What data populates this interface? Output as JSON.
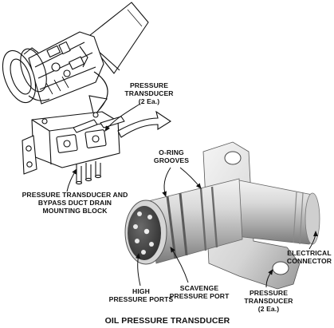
{
  "labels": {
    "pressure_transducer_top": "PRESSURE\nTRANSDUCER\n(2 Ea.)",
    "o_ring_grooves": "O-RING\nGROOVES",
    "mounting_block": "PRESSURE TRANSDUCER AND\nBYPASS DUCT DRAIN\nMOUNTING BLOCK",
    "electrical_connector": "ELECTRICAL\nCONNECTOR",
    "high_pressure_ports": "HIGH\nPRESSURE PORTS",
    "scavenge_pressure_port": "SCAVENGE\nPRESSURE PORT",
    "pressure_transducer_bottom": "PRESSURE\nTRANSDUCER\n(2 Ea.)",
    "title": "OIL PRESSURE TRANSDUCER"
  },
  "colors": {
    "line": "#111111",
    "metal_light": "#e6e6e6",
    "metal_mid": "#b9b9b9",
    "metal_dark": "#6e6e6e"
  }
}
